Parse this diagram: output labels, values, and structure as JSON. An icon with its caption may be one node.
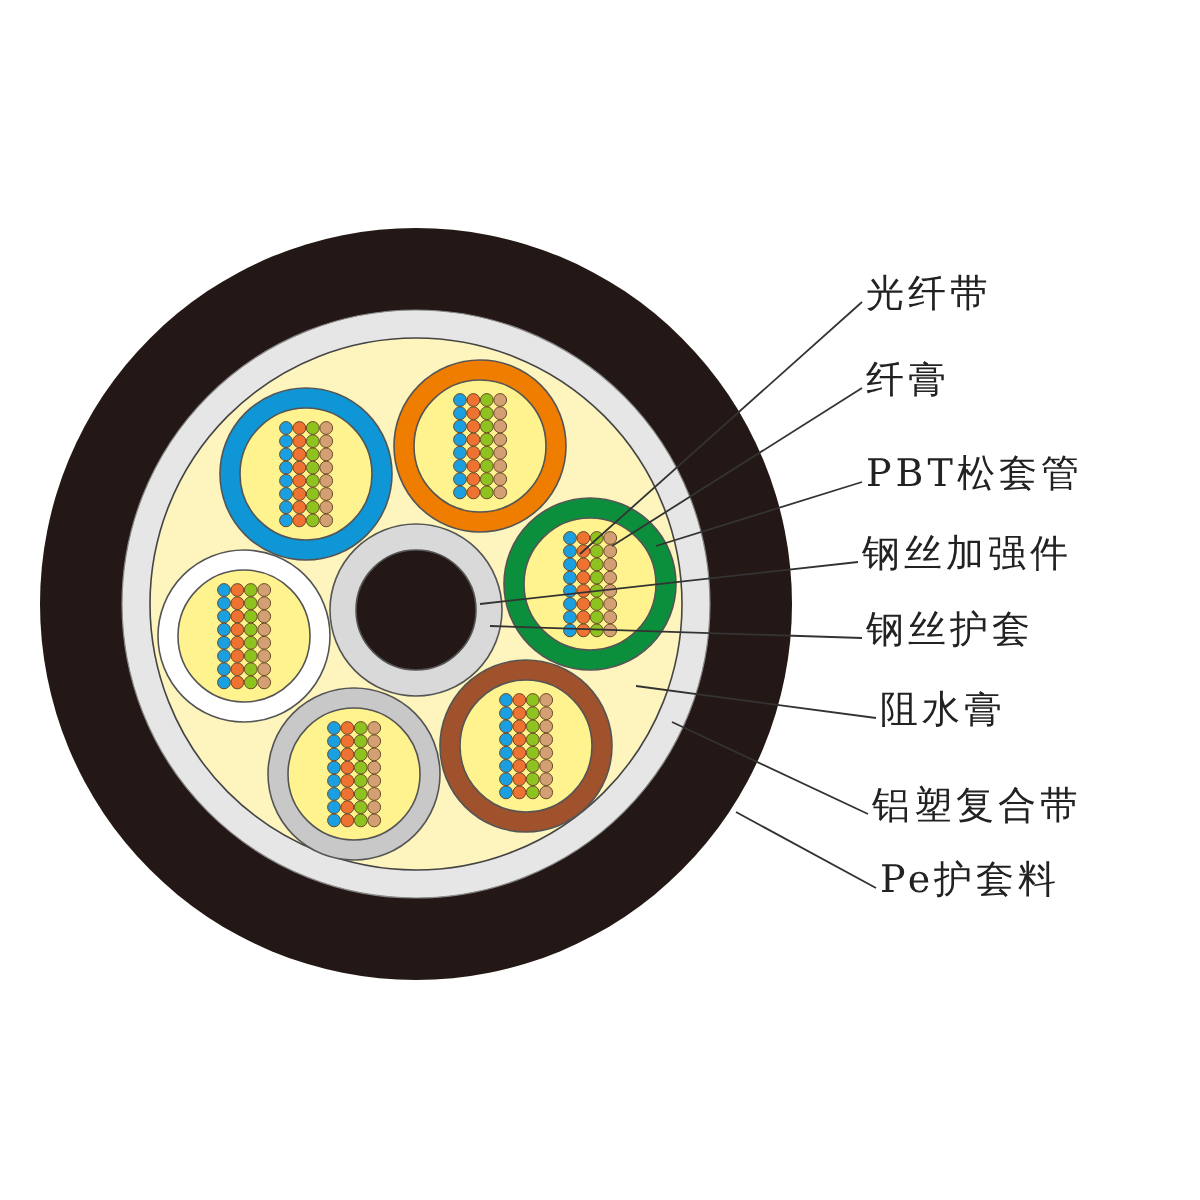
{
  "diagram": {
    "nodes": [
      {
        "text": [
          "光纤带"
        ]
      },
      {
        "text": [
          "纤膏"
        ]
      },
      {
        "text": [
          "PBT松套管"
        ]
      },
      {
        "text": [
          "钢丝加强件"
        ]
      },
      {
        "text": [
          "钢丝护套"
        ]
      },
      {
        "text": [
          "阻水膏"
        ]
      },
      {
        "text": [
          "铝塑复合带"
        ]
      },
      {
        "text": [
          "Pe护套料"
        ]
      }
    ],
    "edges": [
      {
        "from": 0,
        "to": null,
        "arrow": "none"
      },
      {
        "from": 1,
        "to": null,
        "arrow": "none"
      },
      {
        "from": 2,
        "to": null,
        "arrow": "none"
      },
      {
        "from": 3,
        "to": null,
        "arrow": "none"
      },
      {
        "from": 4,
        "to": null,
        "arrow": "none"
      },
      {
        "from": 5,
        "to": null,
        "arrow": "none"
      },
      {
        "from": 6,
        "to": null,
        "arrow": "none"
      },
      {
        "from": 7,
        "to": null,
        "arrow": "none"
      }
    ]
  }
}
